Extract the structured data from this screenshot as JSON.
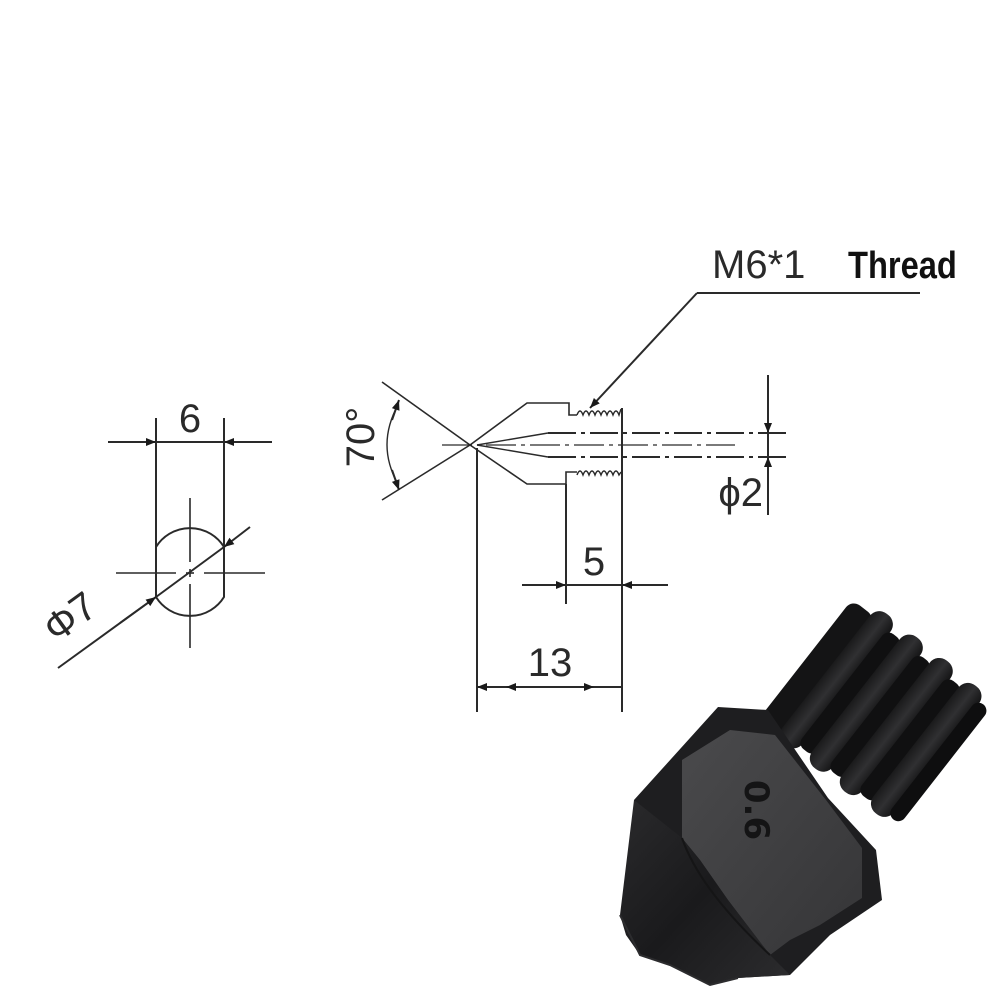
{
  "drawing": {
    "subject": "3D printer nozzle",
    "thread_label": {
      "spec": "M6*1",
      "word": "Thread"
    },
    "dimensions": {
      "flat_width": "6",
      "diameter_across": "Φ7",
      "cone_angle": "70°",
      "bore_diameter": "ϕ2",
      "thread_length": "5",
      "total_length": "13"
    }
  },
  "product_photo": {
    "engraving": "0.6",
    "finish": "black hardened steel"
  },
  "colors": {
    "line": "#2a2a2a",
    "background": "#ffffff",
    "nozzle_dark": "#1c1c1e",
    "nozzle_flat": "#3a3a3c"
  }
}
